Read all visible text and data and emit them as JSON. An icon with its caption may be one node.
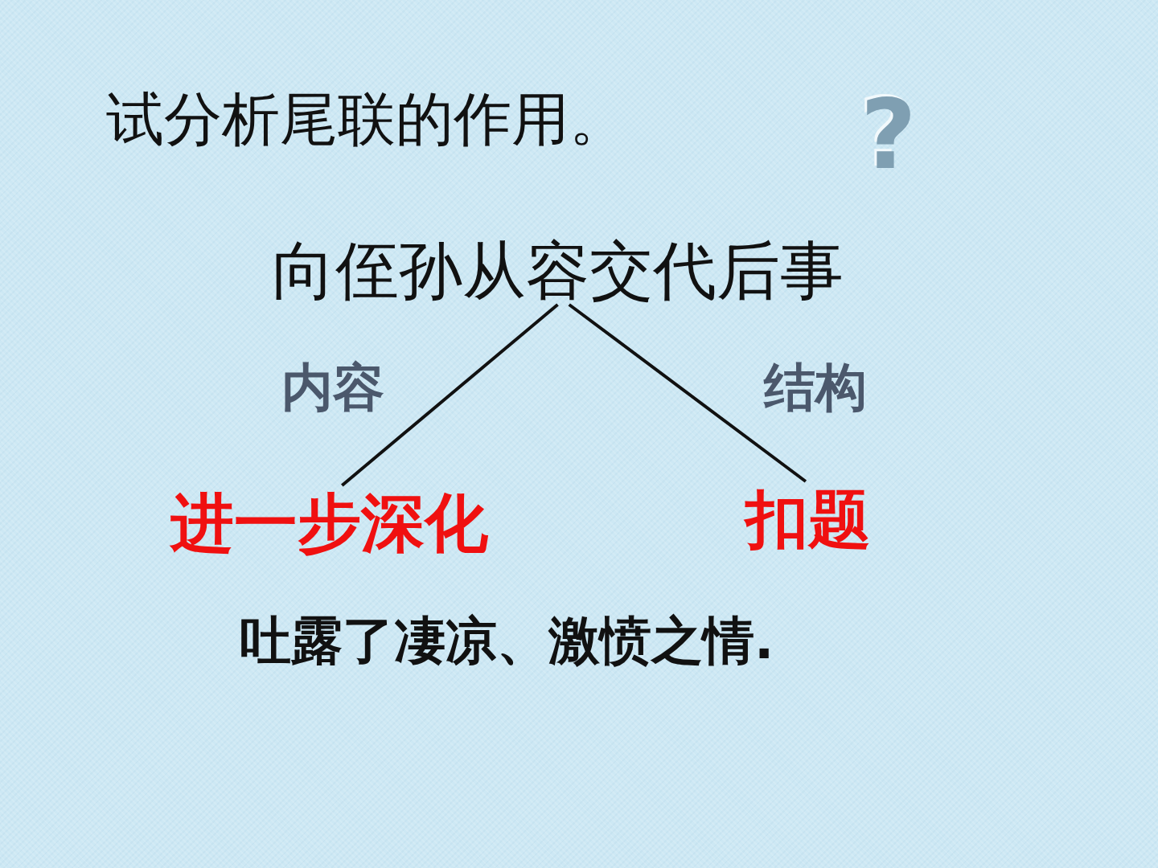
{
  "diagram": {
    "title": "试分析尾联的作用。",
    "nodes": [
      {
        "text": [
          "向侄孙从容交代后事"
        ]
      },
      {
        "text": [
          "进一步深化"
        ]
      },
      {
        "text": [
          "扣题"
        ]
      }
    ],
    "edges": [
      {
        "from": 0,
        "to": 1,
        "arrow": "none"
      },
      {
        "from": 0,
        "to": 2,
        "arrow": "none"
      }
    ],
    "labels": [
      "?",
      "内容",
      "结构",
      "吐露了凄凉、激愤之情."
    ]
  }
}
